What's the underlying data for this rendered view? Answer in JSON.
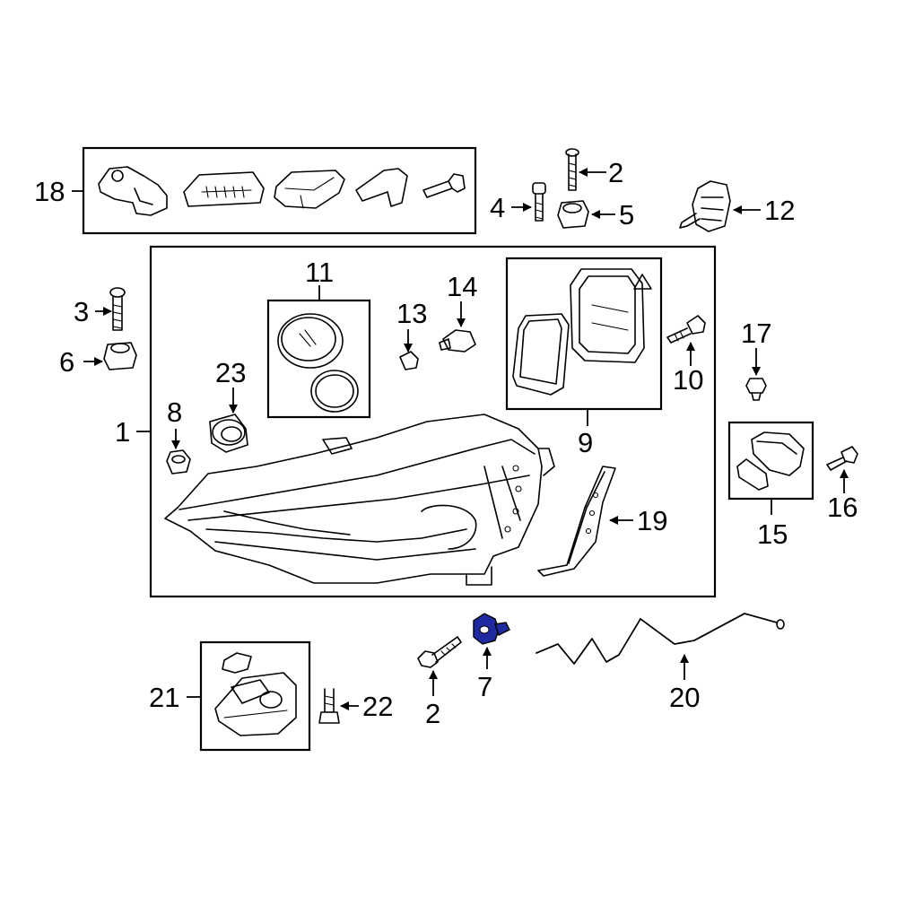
{
  "callouts": {
    "c1": "1",
    "c2_top": "2",
    "c2_bottom": "2",
    "c3": "3",
    "c4": "4",
    "c5": "5",
    "c6": "6",
    "c7": "7",
    "c8": "8",
    "c9": "9",
    "c10": "10",
    "c11": "11",
    "c12": "12",
    "c13": "13",
    "c14": "14",
    "c15": "15",
    "c16": "16",
    "c17": "17",
    "c18": "18",
    "c19": "19",
    "c20": "20",
    "c21": "21",
    "c22": "22",
    "c23": "23"
  },
  "colors": {
    "highlight_part": "#1f2aa0",
    "line": "#000000",
    "background": "#ffffff"
  },
  "highlighted_part": "7"
}
